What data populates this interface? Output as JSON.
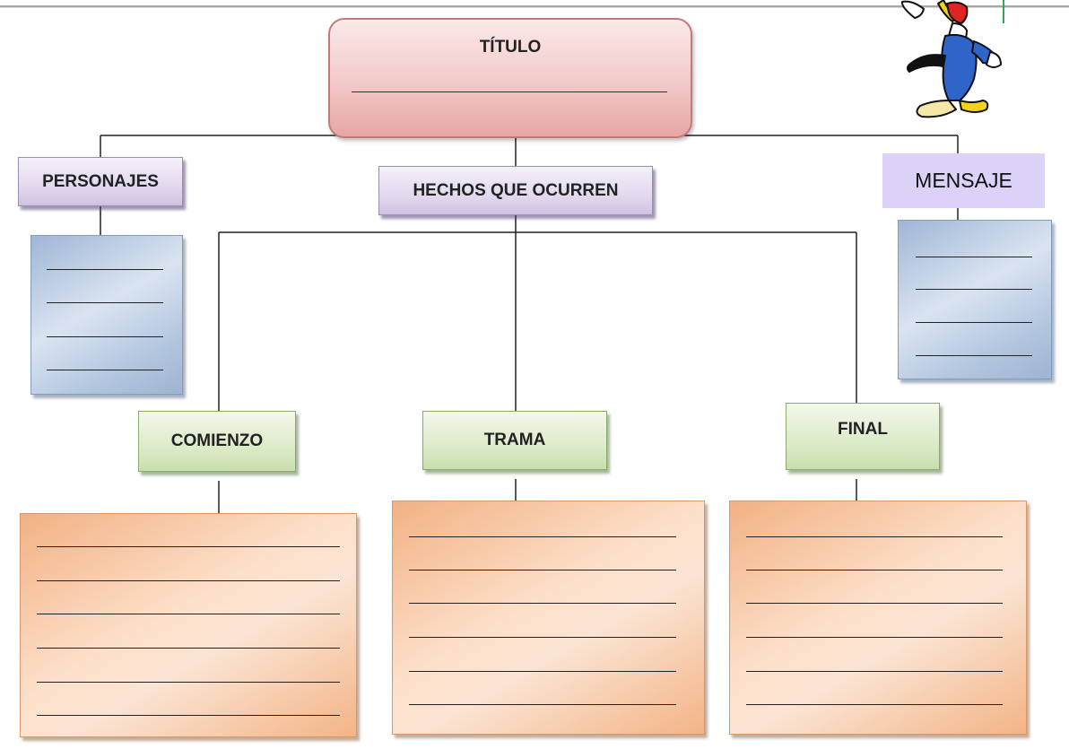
{
  "title": {
    "label": "TÍTULO"
  },
  "categories": {
    "characters": "PERSONAJES",
    "events": "HECHOS QUE OCURREN",
    "message": "MENSAJE"
  },
  "stages": {
    "beginning": "COMIENZO",
    "plot": "TRAMA",
    "ending": "FINAL"
  },
  "writing_lines": {
    "characters": 4,
    "message": 4,
    "beginning": 6,
    "plot": 6,
    "ending": 6
  },
  "colors": {
    "title_fill": "#f2c9c8",
    "category_fill": "#e2d9ee",
    "message_fill": "#dcd1f7",
    "list_fill": "#b4c7e0",
    "stage_fill": "#dcebc9",
    "writing_fill": "#fbe4d3"
  },
  "icons": {
    "mascot": "woodpecker-cartoon-icon"
  }
}
